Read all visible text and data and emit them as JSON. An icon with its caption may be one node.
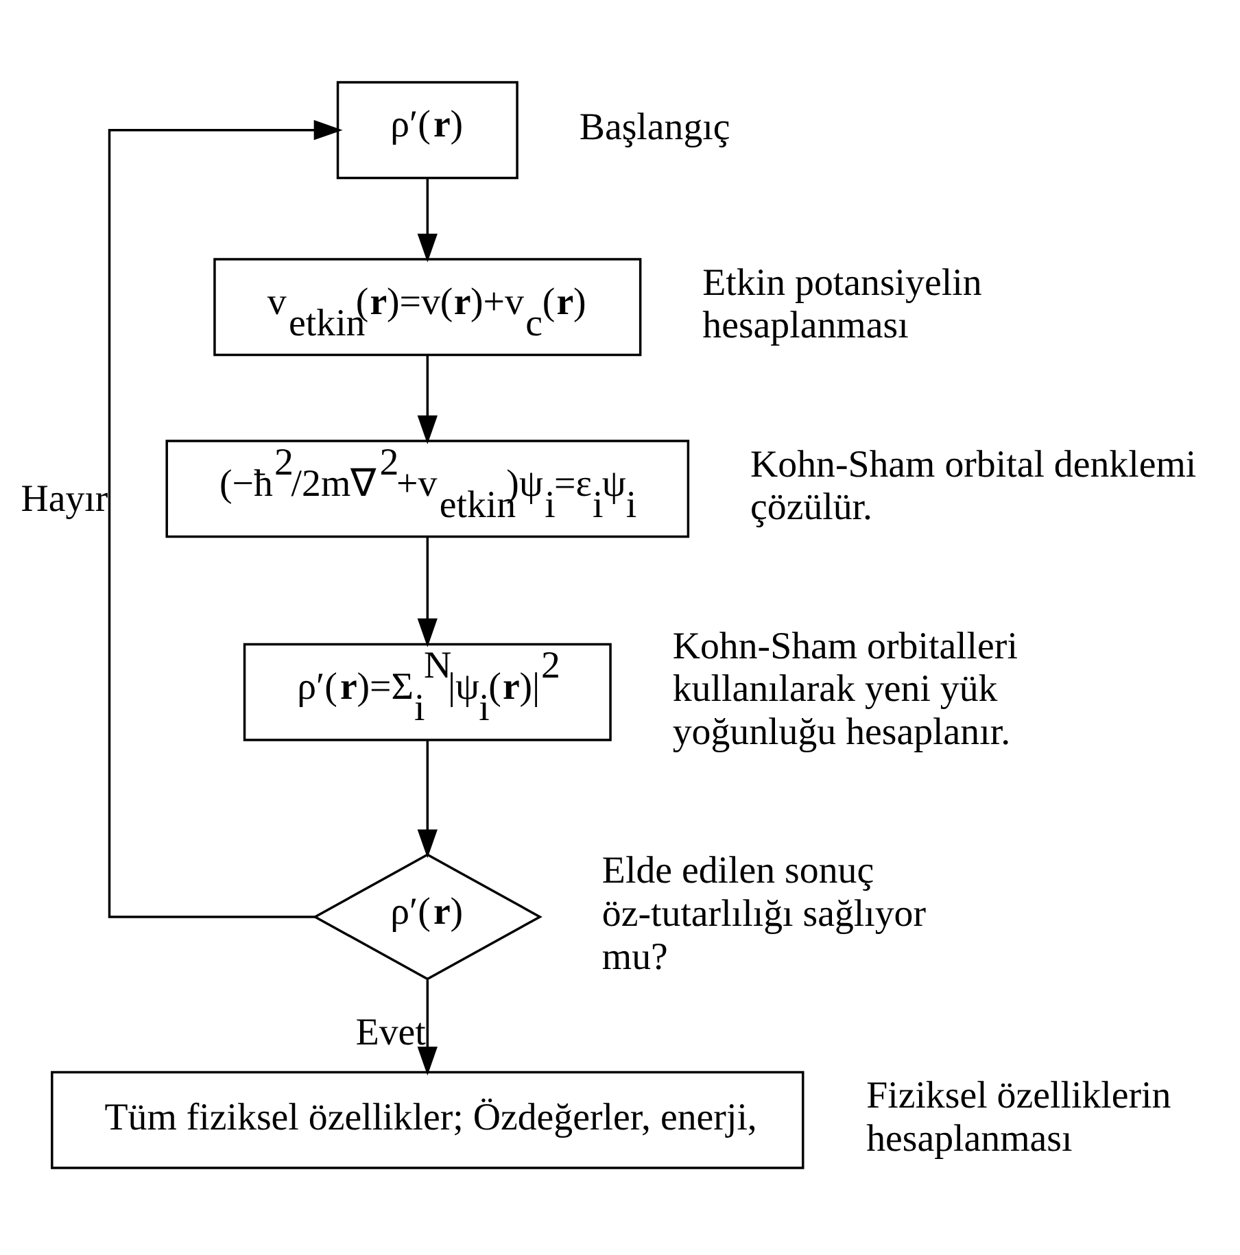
{
  "diagram": {
    "nodes": [
      {
        "text": [
          "ρ′(**r**)"
        ],
        "beside": [
          "Başlangıç"
        ]
      },
      {
        "text": [
          "v$_{etkin}$(**r**)=v(**r**)+v$_{c}$(**r**)"
        ],
        "beside": [
          "Etkin potansiyelin hesaplanması"
        ]
      },
      {
        "text": [
          "(−ħ$^{2}$/2m∇$^{2}$+v$_{etkin}$)ψ$_{i}$=ε$_{i}$ψ$_{i}$"
        ],
        "beside": [
          "Kohn-Sham orbital denklemi çözülür."
        ]
      },
      {
        "text": [
          "ρ′(**r**)=Σ$_{i}$$^{N}$|ψ$_{i}$(**r**)|$^{2}$"
        ],
        "beside": [
          "Kohn-Sham orbitalleri kullanılarak yeni yük yoğunluğu hesaplanır."
        ]
      },
      {
        "text": [
          "ρ′(**r**)"
        ],
        "beside": [
          "Elde edilen sonuç öz-tutarlılığı sağlıyor mu?"
        ]
      },
      {
        "text": [
          "Tüm fiziksel özellikler; Özdeğerler, enerji,"
        ],
        "beside": [
          "Fiziksel özelliklerin hesaplanması"
        ]
      }
    ],
    "edges": [
      {
        "from": 0,
        "to": 1,
        "arrow": "to"
      },
      {
        "from": 1,
        "to": 2,
        "arrow": "to"
      },
      {
        "from": 2,
        "to": 3,
        "arrow": "to"
      },
      {
        "from": 3,
        "to": 4,
        "arrow": "to"
      },
      {
        "from": 4,
        "to": 5,
        "arrow": "to",
        "label": "Evet"
      },
      {
        "from": 4,
        "to": 0,
        "arrow": "to",
        "label": "Hayır"
      }
    ]
  }
}
